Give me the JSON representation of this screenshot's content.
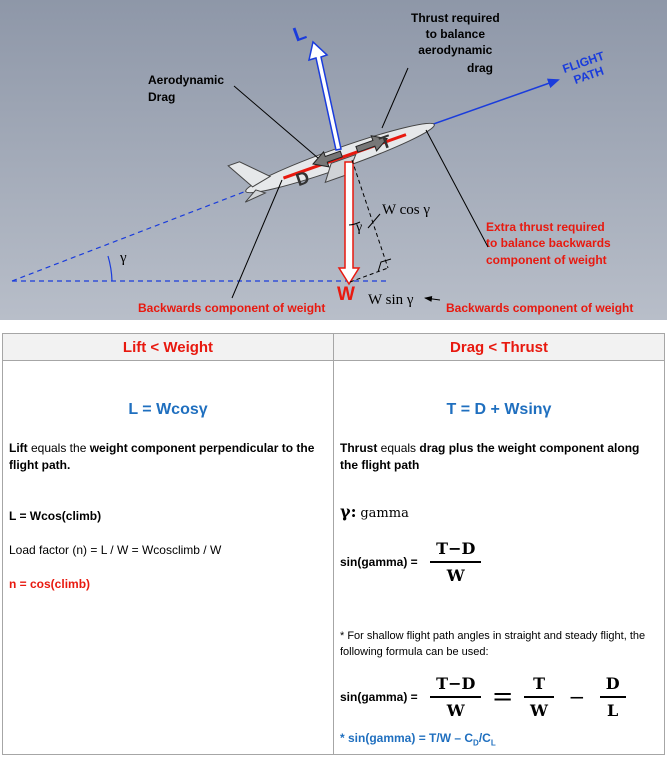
{
  "diagram": {
    "label_L": "L",
    "label_W": "W",
    "label_D": "D",
    "label_T": "T",
    "gamma_symbol": "γ",
    "flight_path_line1": "FLIGHT",
    "flight_path_line2": "PATH",
    "thrust_req_line1": "Thrust required",
    "thrust_req_line2": "to balance",
    "thrust_req_line3": "aerodynamic",
    "thrust_req_line4": "drag",
    "aero_drag_line1": "Aerodynamic",
    "aero_drag_line2": "Drag",
    "w_cos": "W cos γ",
    "w_sin": "W sin γ",
    "extra_line1": "Extra thrust required",
    "extra_line2": "to balance backwards",
    "extra_line3": "component of weight",
    "backwards_left": "Backwards component of weight",
    "backwards_right": "Backwards component of weight",
    "colors": {
      "sky": "#9ea6b6",
      "flight_path": "#1a3cdc",
      "red": "#e8190f",
      "aircraft": "#e6e8ea"
    }
  },
  "table": {
    "left_header": "Lift < Weight",
    "right_header": "Drag < Thrust",
    "left": {
      "formula": "L = Wcosγ",
      "desc_1": "Lift",
      "desc_2": " equals the ",
      "desc_3": "weight component perpendicular to the flight path.",
      "line_eq": "L = Wcos(climb)",
      "load_factor": "Load factor (n) = L / W = Wcosclimb / W",
      "n_eq": "n = cos(climb)"
    },
    "right": {
      "formula": "T = D + Wsinγ",
      "desc_1": "Thrust",
      "desc_2": " equals ",
      "desc_3": "drag plus the weight component along the flight path",
      "gamma_sym": "γ:",
      "gamma_word": "gamma",
      "sin_label": "sin(gamma) =",
      "frac1_num": "T−D",
      "frac1_den": "W",
      "note_star": "*",
      "note": " For shallow flight path angles in straight and steady flight, the following formula can be used:",
      "sin_label2": "sin(gamma) =",
      "frac2_num": "T−D",
      "frac2_den": "W",
      "eq_sign": "=",
      "frac3_num": "T",
      "frac3_den": "W",
      "minus_sign": "−",
      "frac4_num": "D",
      "frac4_den": "L",
      "final_star": "*",
      "final_a": "  sin(gamma) = T/W – C",
      "final_sub1": "D",
      "final_b": "/C",
      "final_sub2": "L"
    }
  }
}
